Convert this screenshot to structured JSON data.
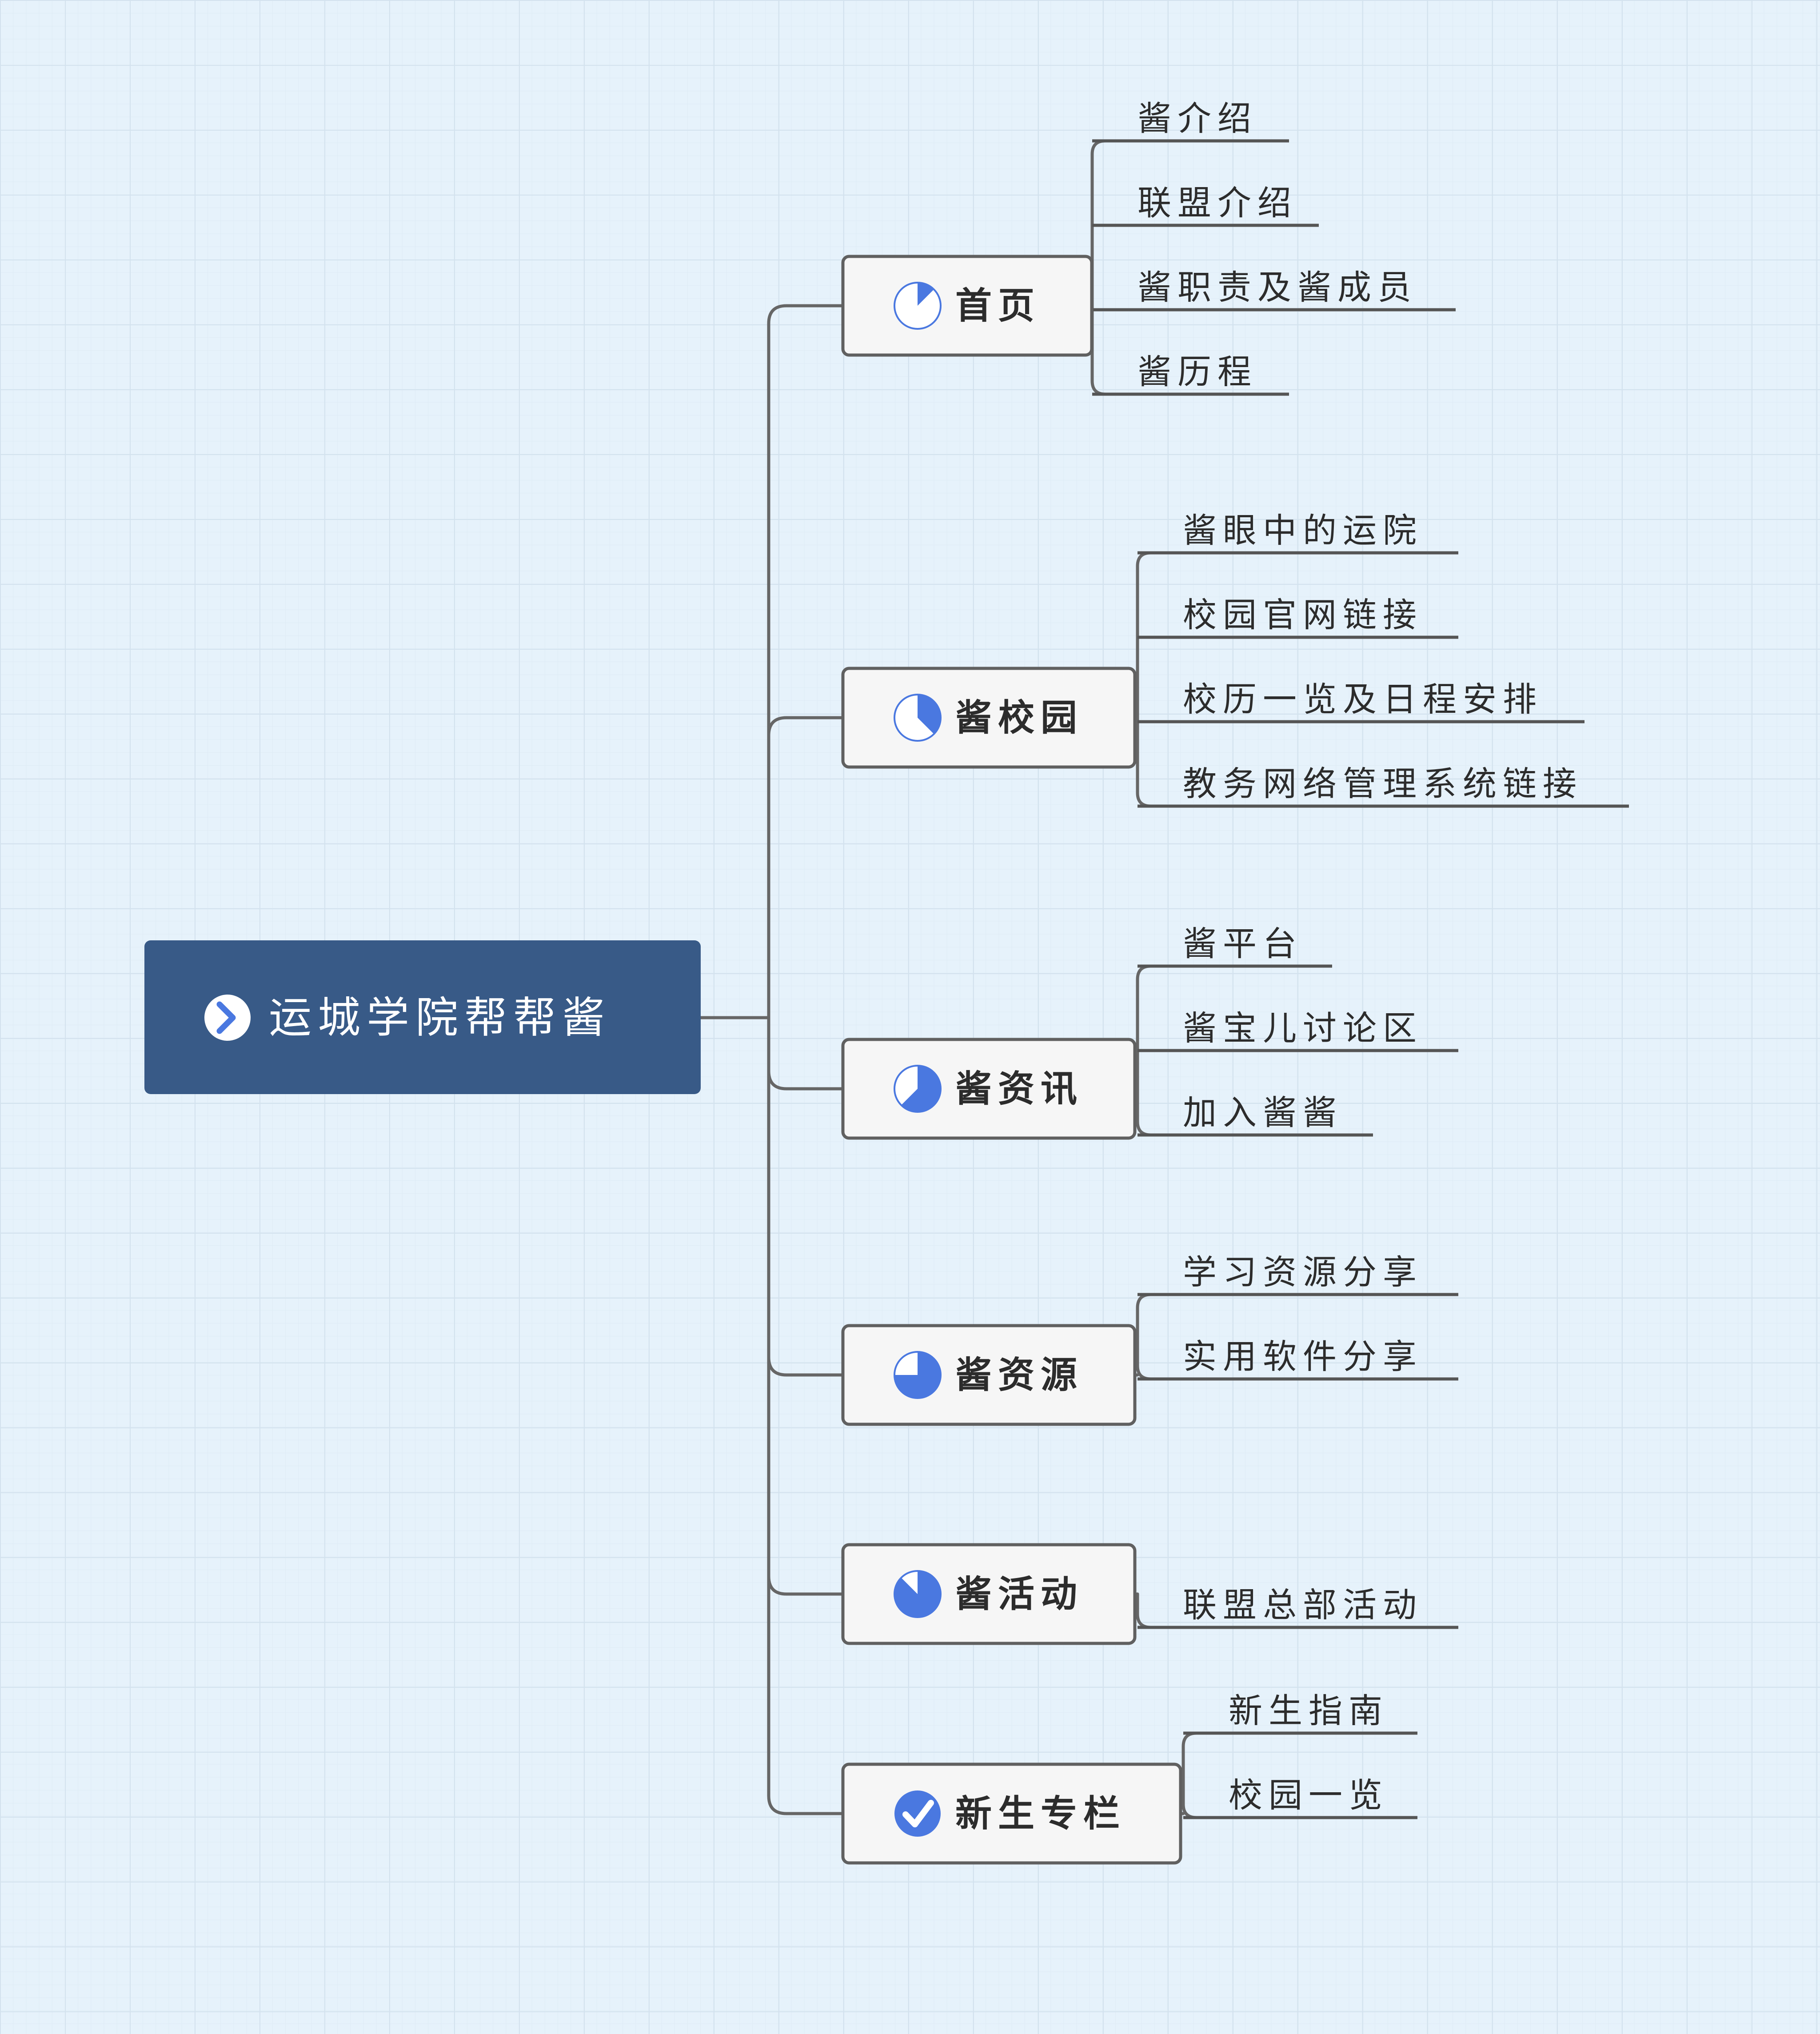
{
  "colors": {
    "background": "#e6f2fb",
    "root_fill": "#385a87",
    "root_text": "#ffffff",
    "branch_fill": "#f6f6f6",
    "branch_border": "#606060",
    "line": "#666666",
    "accent": "#4a78e0",
    "text": "#2c2c2c"
  },
  "root": {
    "label": "运城学院帮帮酱",
    "icon": "chevron-right-circle-icon"
  },
  "branches": [
    {
      "label": "首页",
      "icon": "progress-pie-icon",
      "progress": 0.125,
      "children": [
        "酱介绍",
        "联盟介绍",
        "酱职责及酱成员",
        "酱历程"
      ]
    },
    {
      "label": "酱校园",
      "icon": "progress-pie-icon",
      "progress": 0.375,
      "children": [
        "酱眼中的运院",
        "校园官网链接",
        "校历一览及日程安排",
        "教务网络管理系统链接"
      ]
    },
    {
      "label": "酱资讯",
      "icon": "progress-pie-icon",
      "progress": 0.625,
      "children": [
        "酱平台",
        "酱宝儿讨论区",
        "加入酱酱"
      ]
    },
    {
      "label": "酱资源",
      "icon": "progress-pie-icon",
      "progress": 0.75,
      "children": [
        "学习资源分享",
        "实用软件分享"
      ]
    },
    {
      "label": "酱活动",
      "icon": "progress-pie-icon",
      "progress": 0.875,
      "children": [
        "联盟总部活动"
      ]
    },
    {
      "label": "新生专栏",
      "icon": "check-circle-icon",
      "progress": 1,
      "children": [
        "新生指南",
        "校园一览"
      ]
    }
  ]
}
